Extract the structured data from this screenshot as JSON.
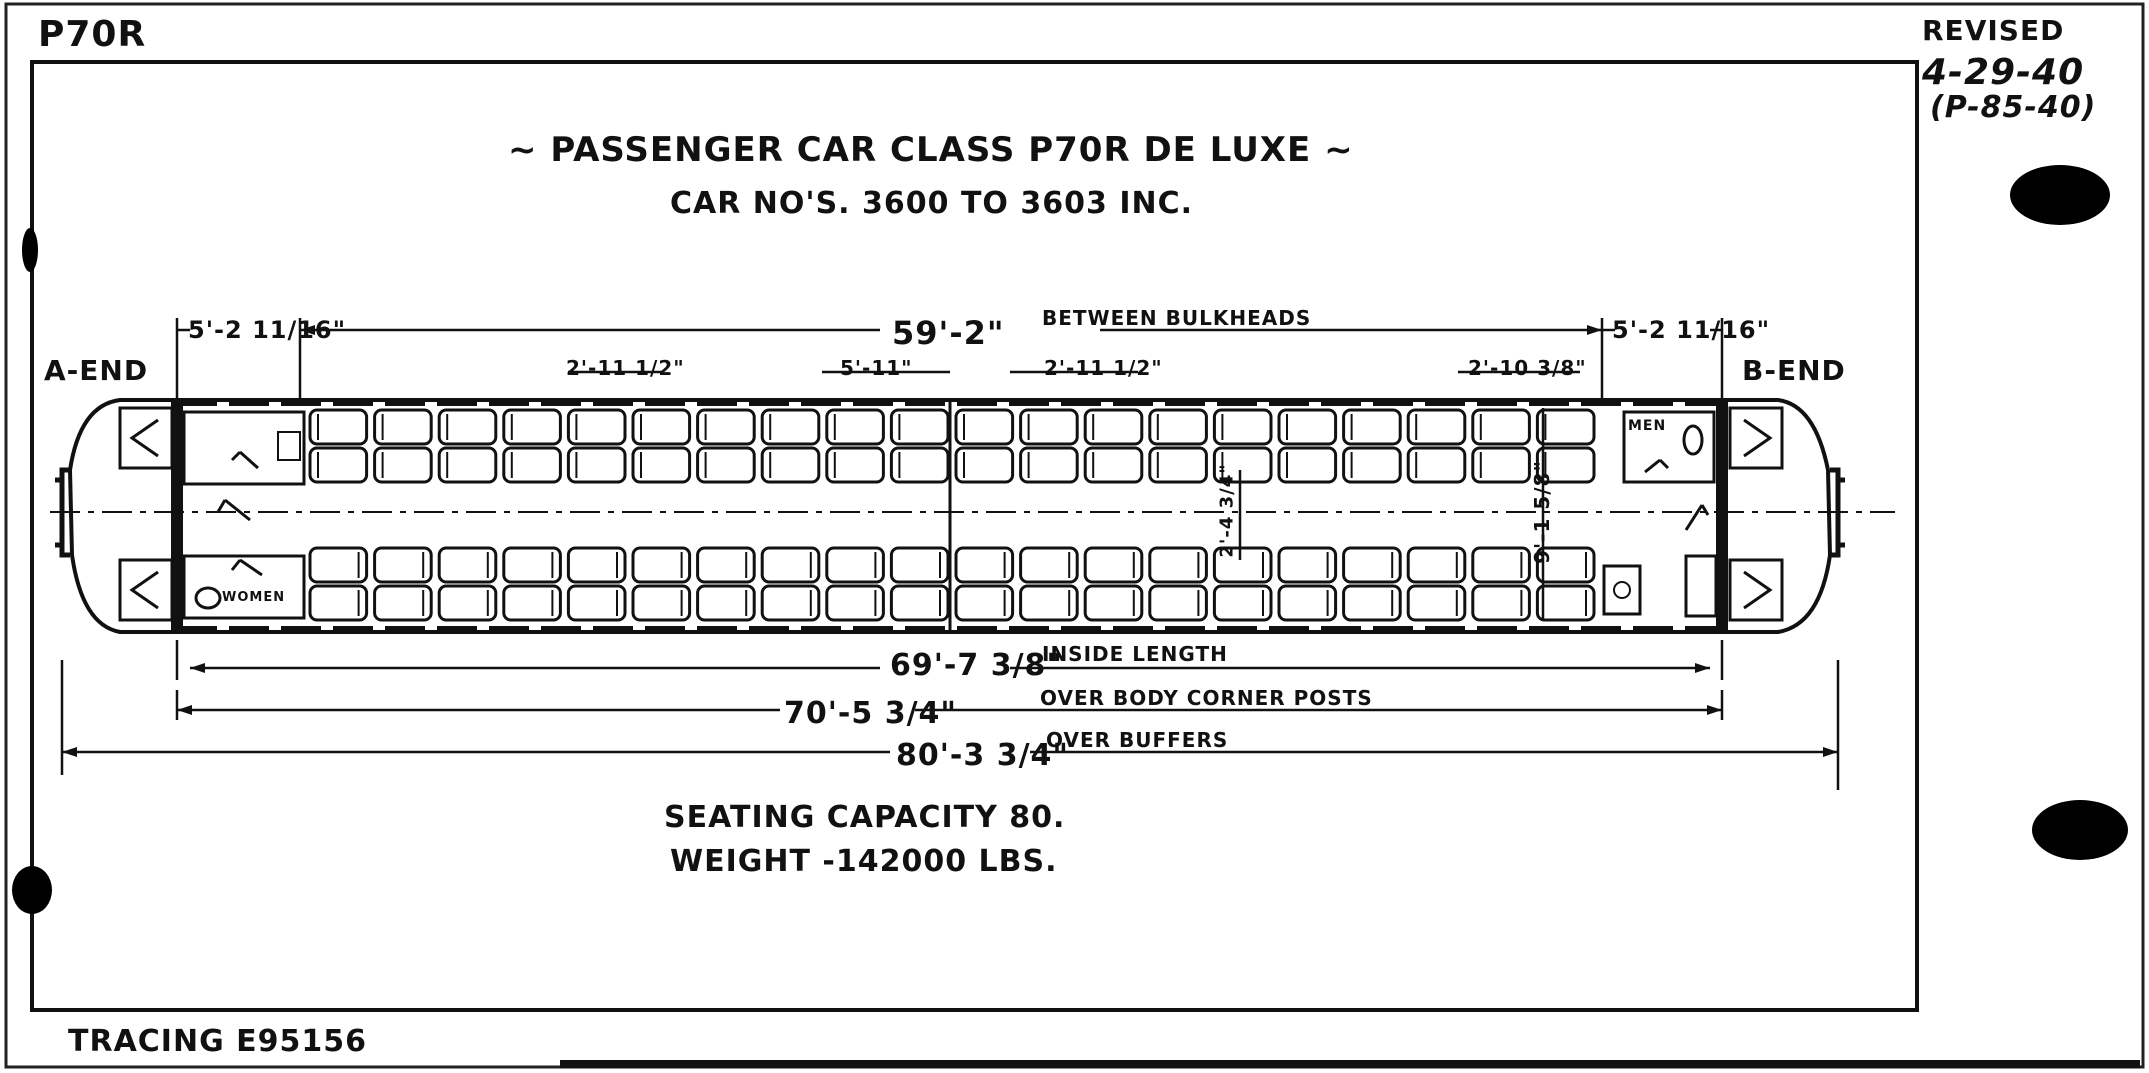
{
  "sheet": {
    "class_code": "P70R",
    "revised_label": "REVISED",
    "revised_date": "4-29-40",
    "revised_ref": "(P-85-40)",
    "tracing": "TRACING E95156"
  },
  "header": {
    "title": "~ PASSENGER CAR CLASS P70R DE LUXE ~",
    "subtitle": "CAR NO'S. 3600 TO 3603 INC."
  },
  "ends": {
    "a": "A-END",
    "b": "B-END"
  },
  "dimensions": {
    "a_vestibule": "5'-2 11/16\"",
    "b_vestibule": "5'-2 11/16\"",
    "between_bulkheads_value": "59'-2\"",
    "between_bulkheads_label": "BETWEEN BULKHEADS",
    "seat_pitch_1": "2'-11 1/2\"",
    "seat_pitch_2": "5'-11\"",
    "seat_pitch_3": "2'-11 1/2\"",
    "seat_pitch_4": "2'-10 3/8\"",
    "aisle_width": "2'-4 3/4\"",
    "inside_width": "9'-1 5/8\"",
    "inside_length_value": "69'-7 3/8\"",
    "inside_length_label": "INSIDE LENGTH",
    "corner_posts_value": "70'-5 3/4\"",
    "corner_posts_label": "OVER BODY CORNER POSTS",
    "buffers_value": "80'-3 3/4\"",
    "buffers_label": "OVER BUFFERS"
  },
  "rooms": {
    "men": "MEN",
    "women": "WOMEN"
  },
  "specs": {
    "seating": "SEATING CAPACITY 80.",
    "weight": "WEIGHT -142000 LBS."
  },
  "seating": {
    "seat_pairs_per_side": 20,
    "seats_per_pair": 2
  }
}
